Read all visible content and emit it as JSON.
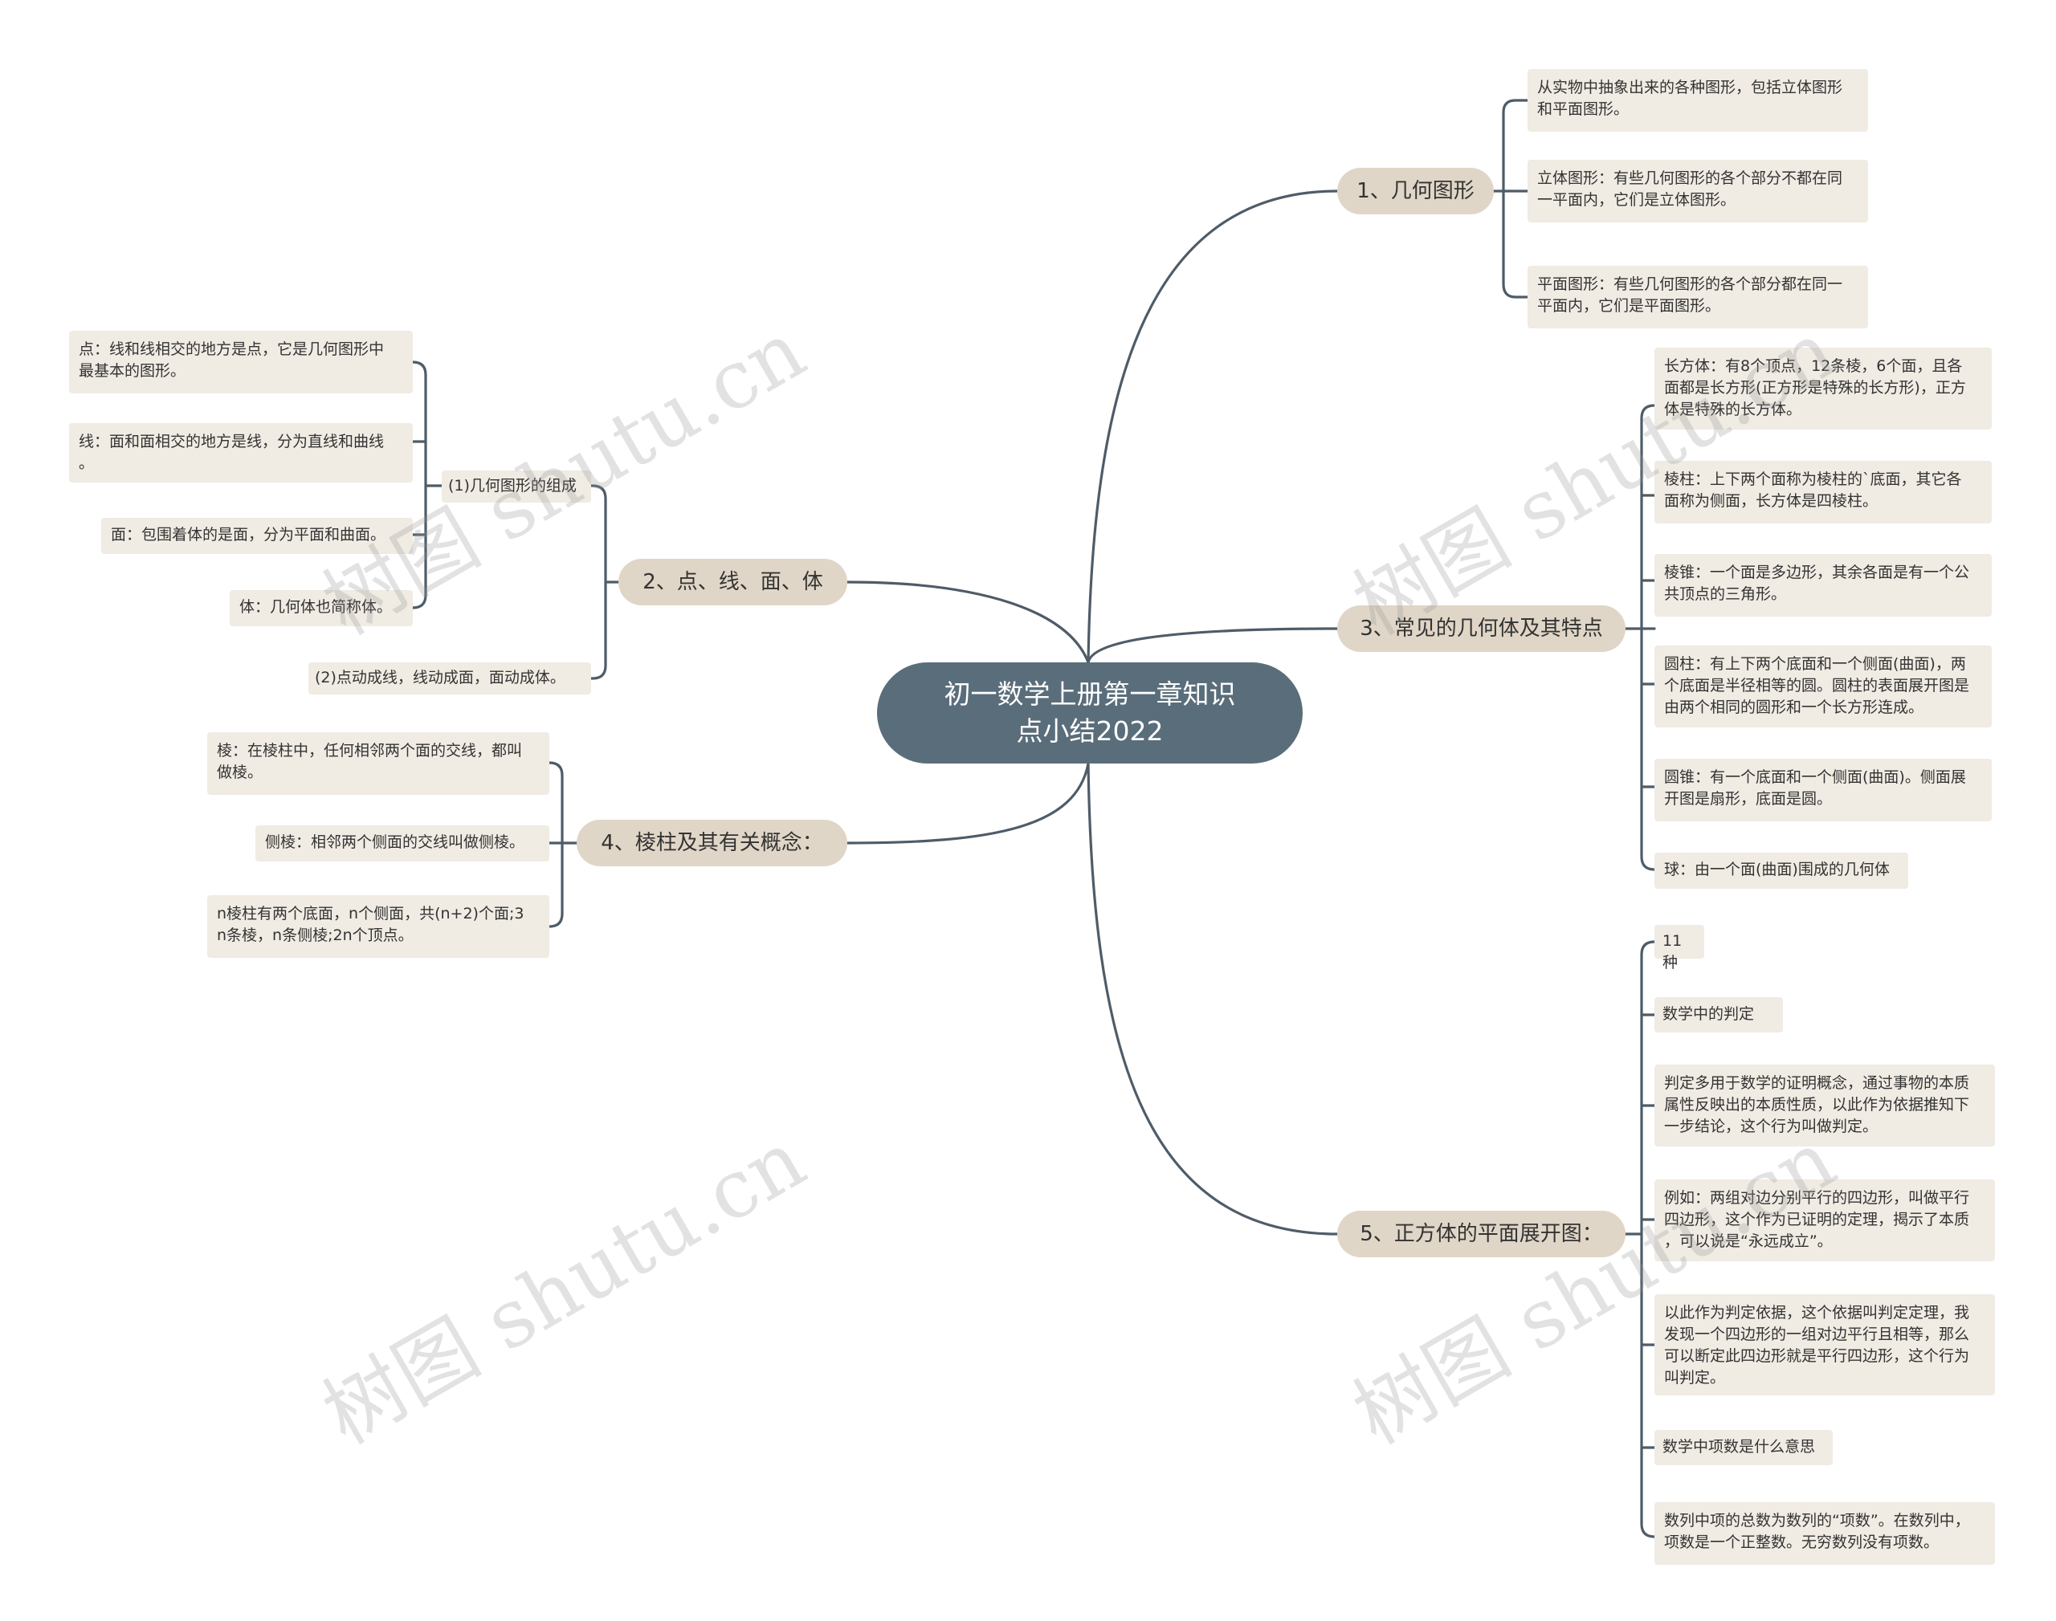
{
  "root": {
    "line1": "初一数学上册第一章知识",
    "line2": "点小结2022"
  },
  "branches": [
    {
      "label": "1、几何图形",
      "children": [
        {
          "lines": [
            "从实物中抽象出来的各种图形，包括立体图形",
            "和平面图形。"
          ]
        },
        {
          "lines": [
            "立体图形：有些几何图形的各个部分不都在同",
            "一平面内，它们是立体图形。"
          ]
        },
        {
          "lines": [
            "平面图形：有些几何图形的各个部分都在同一",
            "平面内，它们是平面图形。"
          ]
        }
      ]
    },
    {
      "label": "2、点、线、面、体",
      "sub1": "(1)几何图形的组成",
      "sub1_children": [
        {
          "lines": [
            "点：线和线相交的地方是点，它是几何图形中",
            "最基本的图形。"
          ]
        },
        {
          "lines": [
            "线：面和面相交的地方是线，分为直线和曲线",
            "。"
          ]
        },
        {
          "lines": [
            "面：包围着体的是面，分为平面和曲面。"
          ]
        },
        {
          "lines": [
            "体：几何体也简称体。"
          ]
        }
      ],
      "sub2": "(2)点动成线，线动成面，面动成体。"
    },
    {
      "label": "3、常见的几何体及其特点",
      "children": [
        {
          "lines": [
            "长方体：有8个顶点，12条棱，6个面，且各",
            "面都是长方形(正方形是特殊的长方形)，正方",
            "体是特殊的长方体。"
          ]
        },
        {
          "lines": [
            "棱柱：上下两个面称为棱柱的`底面，其它各",
            "面称为侧面，长方体是四棱柱。"
          ]
        },
        {
          "lines": [
            "棱锥：一个面是多边形，其余各面是有一个公",
            "共顶点的三角形。"
          ]
        },
        {
          "lines": [
            "圆柱：有上下两个底面和一个侧面(曲面)，两",
            "个底面是半径相等的圆。圆柱的表面展开图是",
            "由两个相同的圆形和一个长方形连成。"
          ]
        },
        {
          "lines": [
            "圆锥：有一个底面和一个侧面(曲面)。侧面展",
            "开图是扇形，底面是圆。"
          ]
        },
        {
          "lines": [
            "球：由一个面(曲面)围成的几何体"
          ]
        }
      ]
    },
    {
      "label": "4、棱柱及其有关概念：",
      "children": [
        {
          "lines": [
            "棱：在棱柱中，任何相邻两个面的交线，都叫",
            "做棱。"
          ]
        },
        {
          "lines": [
            "侧棱：相邻两个侧面的交线叫做侧棱。"
          ]
        },
        {
          "lines": [
            "n棱柱有两个底面，n个侧面，共(n+2)个面;3",
            "n条棱，n条侧棱;2n个顶点。"
          ]
        }
      ]
    },
    {
      "label": "5、正方体的平面展开图：",
      "children": [
        {
          "lines": [
            "11种"
          ]
        },
        {
          "lines": [
            "数学中的判定"
          ]
        },
        {
          "lines": [
            "判定多用于数学的证明概念，通过事物的本质",
            "属性反映出的本质性质，以此作为依据推知下",
            "一步结论，这个行为叫做判定。"
          ]
        },
        {
          "lines": [
            "例如：两组对边分别平行的四边形，叫做平行",
            "四边形，这个作为已证明的定理，揭示了本质",
            "，可以说是“永远成立”。"
          ]
        },
        {
          "lines": [
            "以此作为判定依据，这个依据叫判定定理，我",
            "发现一个四边形的一组对边平行且相等，那么",
            "可以断定此四边形就是平行四边形，这个行为",
            "叫判定。"
          ]
        },
        {
          "lines": [
            "数学中项数是什么意思"
          ]
        },
        {
          "lines": [
            "数列中项的总数为数列的“项数”。在数列中，",
            "项数是一个正整数。无穷数列没有项数。"
          ]
        }
      ]
    }
  ],
  "watermark": "树图 shutu.cn",
  "colors": {
    "root_bg": "#5a6d7a",
    "branch_bg": "#e0d6c7",
    "leaf_bg": "#f0ebe3",
    "line": "#4e5c68"
  }
}
